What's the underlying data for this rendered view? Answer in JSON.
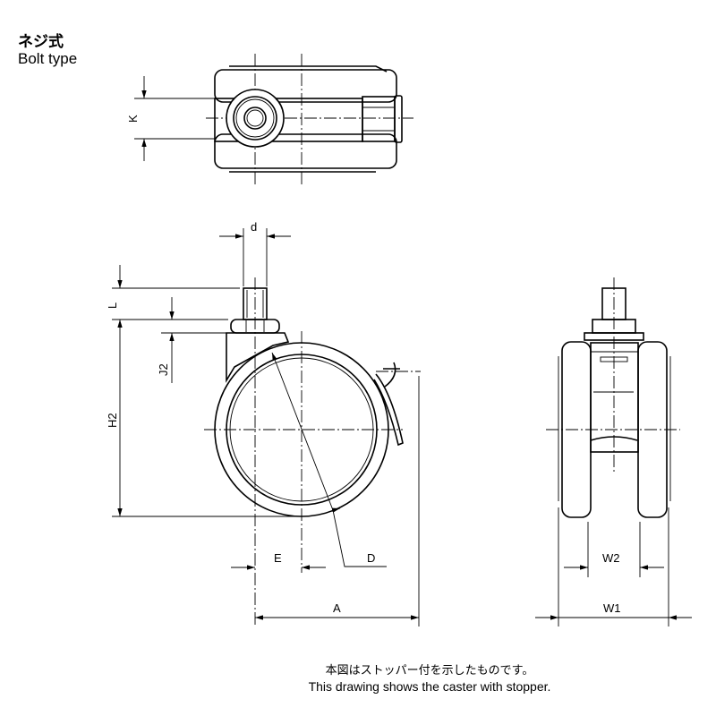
{
  "header": {
    "title_jp": "ネジ式",
    "title_en": "Bolt type"
  },
  "dimensions": {
    "K": "K",
    "d": "d",
    "L": "L",
    "J2": "J2",
    "H2": "H2",
    "E": "E",
    "D": "D",
    "A": "A",
    "W1": "W1",
    "W2": "W2"
  },
  "footer": {
    "note_jp": "本図はストッパー付を示したものです。",
    "note_en": "This drawing shows the caster with stopper."
  }
}
